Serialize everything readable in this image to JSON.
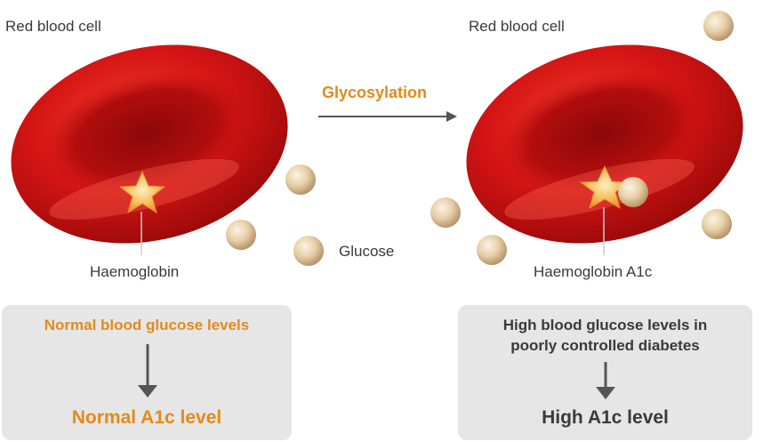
{
  "left_panel": {
    "cell_label": "Red blood cell",
    "protein_label": "Haemoglobin",
    "glucose_label": "Glucose",
    "box": {
      "condition": "Normal blood glucose levels",
      "result": "Normal A1c level"
    }
  },
  "process": {
    "label": "Glycosylation"
  },
  "right_panel": {
    "cell_label": "Red blood cell",
    "protein_label": "Haemoglobin A1c",
    "box": {
      "condition_line1": "High blood glucose levels in",
      "condition_line2": "poorly controlled diabetes",
      "result": "High A1c level"
    }
  },
  "colors": {
    "cell_red": "#d41414",
    "cell_dark": "#8c0808",
    "accent_orange": "#e28a1b",
    "glucose_tan": "#e8d4b0",
    "box_bg": "#e6e6e6",
    "text_dark": "#3a3a3a"
  }
}
